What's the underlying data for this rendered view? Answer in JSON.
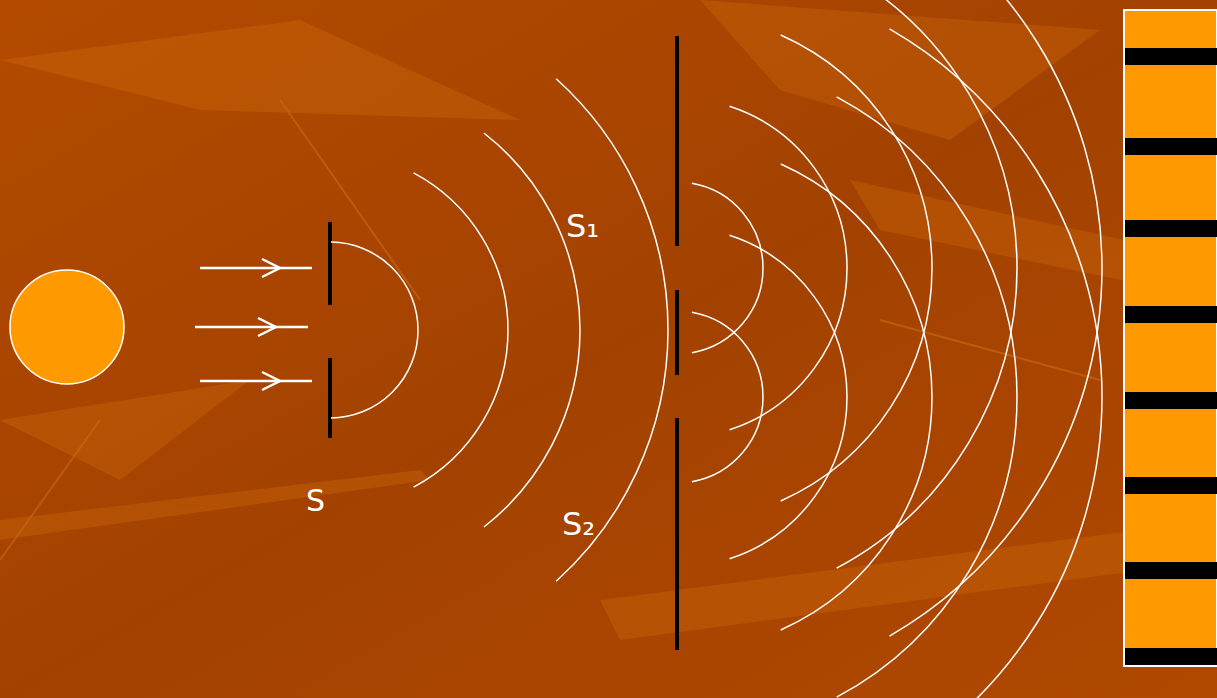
{
  "diagram": {
    "labels": [
      "S",
      "S₁",
      "S₂"
    ]
  }
}
